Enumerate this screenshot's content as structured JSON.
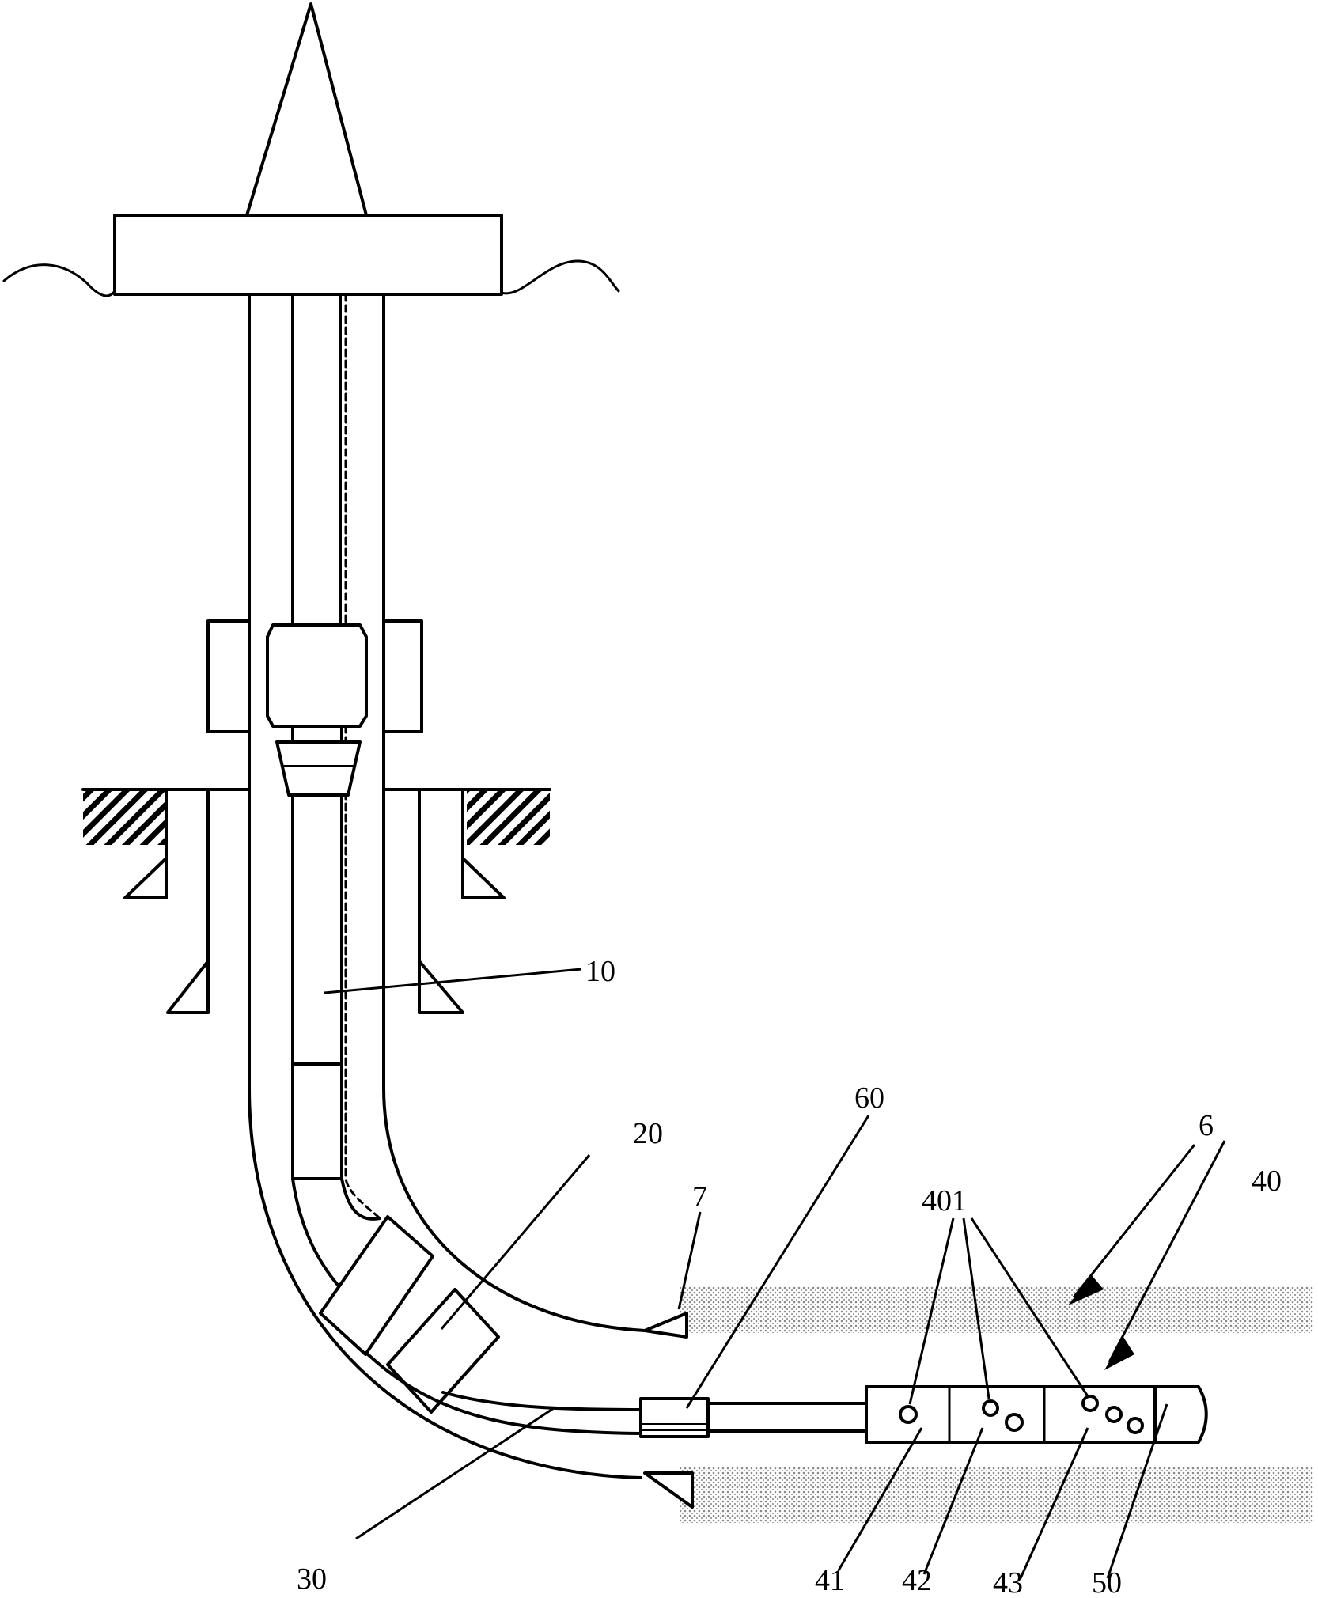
{
  "figure": {
    "labels": {
      "l10": "10",
      "l20": "20",
      "l30": "30",
      "l60": "60",
      "l7": "7",
      "l6": "6",
      "l40": "40",
      "l401": "401",
      "l41": "41",
      "l42": "42",
      "l43": "43",
      "l50": "50"
    },
    "colors": {
      "ink": "#000000",
      "background": "#ffffff",
      "formation_dots": "#8a8a8a"
    }
  }
}
